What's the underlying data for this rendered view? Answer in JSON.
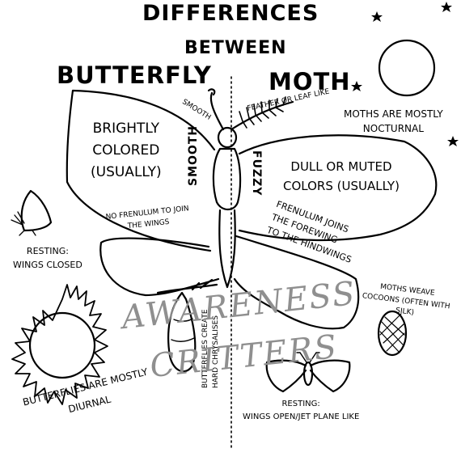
{
  "title": "DIFFERENCES",
  "subtitle": "BETWEEN",
  "left_heading": "BUTTERFLY",
  "right_heading": "MOTH",
  "smooth_small": "SMOOTH",
  "smooth_body": "SMOOTH",
  "fuzzy_body": "FUZZY",
  "feather": "FEATHER OR LEAF LIKE",
  "nocturnal": "MOTHS ARE MOSTLY\nNOCTURNAL",
  "bright": "BRIGHTLY\nCOLORED\n(USUALLY)",
  "no_frenulum": "NO FRENULUM TO JOIN\nTHE WINGS",
  "dull": "DULL OR MUTED\nCOLORS (USUALLY)",
  "frenulum": "FRENULUM JOINS\nTHE FOREWING\nTO THE HINDWINGS",
  "resting_closed": "RESTING:\nWINGS CLOSED",
  "cocoons": "MOTHS WEAVE\nCOCOONS (OFTEN WITH SILK)",
  "chrysalis": "BUTTERFLIES CREATE\nHARD CHRYSALISES",
  "diurnal": "BUTTERFLIES ARE MOSTLY\nDIURNAL",
  "resting_open": "RESTING:\nWINGS OPEN/JET PLANE LIKE",
  "watermark_1": "AWARENESS",
  "watermark_2": "CRITTERS"
}
